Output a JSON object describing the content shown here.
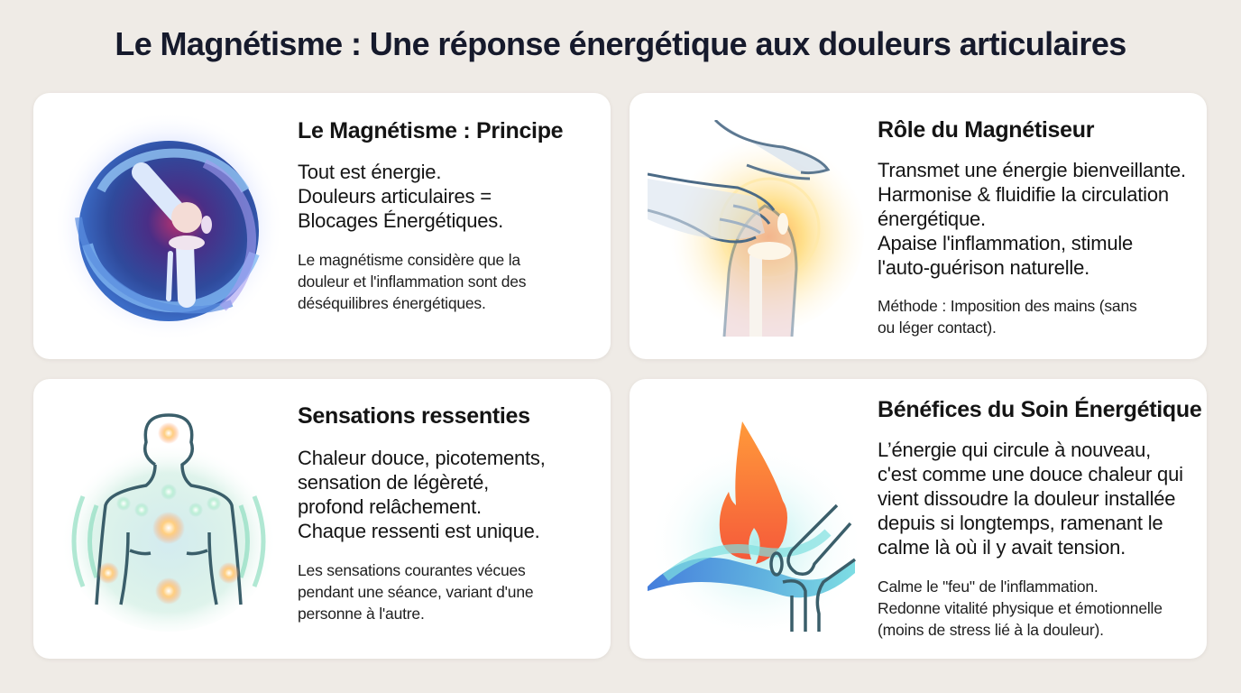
{
  "page": {
    "title": "Le Magnétisme : Une réponse énergétique aux douleurs articulaires",
    "background_color": "#efebe6"
  },
  "cards": [
    {
      "heading": "Le Magnétisme : Principe",
      "lead": "Tout est énergie.\nDouleurs articulaires =\nBlocages Énergétiques.",
      "note": "Le magnétisme considère que la\ndouleur et l'inflammation sont des\ndéséquilibres énergétiques.",
      "illustration": "knee-energy-sphere-icon"
    },
    {
      "heading": "Rôle du Magnétiseur",
      "lead": "Transmet une énergie bienveillante.\nHarmonise & fluidifie la circulation\nénergétique.\nApaise l'inflammation, stimule\nl'auto-guérison naturelle.",
      "note": "Méthode : Imposition des mains (sans\nou léger contact).",
      "illustration": "hands-on-knee-icon"
    },
    {
      "heading": "Sensations ressenties",
      "lead": "Chaleur douce, picotements,\nsensation de légèreté,\nprofond relâchement.\nChaque ressenti est unique.",
      "note": "Les sensations courantes vécues\npendant une séance, variant d'une\npersonne à l'autre.",
      "illustration": "body-energy-points-icon"
    },
    {
      "heading": "Bénéfices du Soin Énergétique",
      "lead": "L’énergie qui circule à nouveau,\nc'est comme une douce chaleur qui\nvient dissoudre la douleur installée\ndepuis si longtemps, ramenant le\ncalme là où il y avait tension.",
      "note": "Calme le \"feu\" de l'inflammation.\nRedonne vitalité physique et émotionnelle\n(moins de stress lié à la douleur).",
      "illustration": "flame-wave-knee-icon"
    }
  ]
}
